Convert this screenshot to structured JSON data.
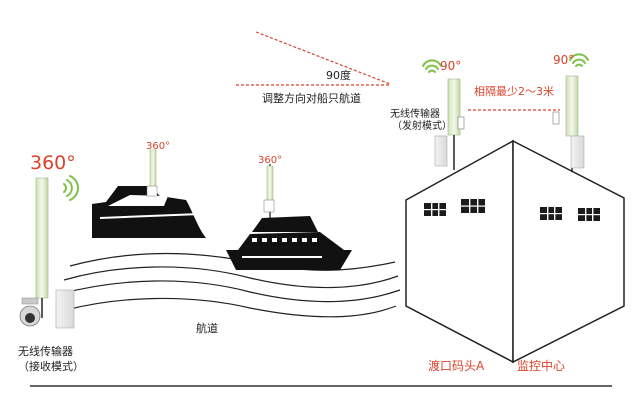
{
  "labels": {
    "angle_big": "360°",
    "angle_boat1": "360°",
    "angle_boat2": "360°",
    "angle_90_left": "90°",
    "angle_90_right": "90°",
    "adjust_angle": "90度",
    "adjust_text": "调整方向对船只航道",
    "spacing": "相隔最少2～3米",
    "tx_title": "无线传输器",
    "tx_mode": "（发射模式）",
    "rx_title": "无线传输器",
    "rx_mode": "（接收模式）",
    "channel": "航道",
    "dock": "渡口码头A",
    "monitor": "监控中心"
  },
  "colors": {
    "accent_red": "#d9432c",
    "antenna_green": "#7cc246",
    "antenna_light": "#e6efd2",
    "ink": "#111111"
  }
}
